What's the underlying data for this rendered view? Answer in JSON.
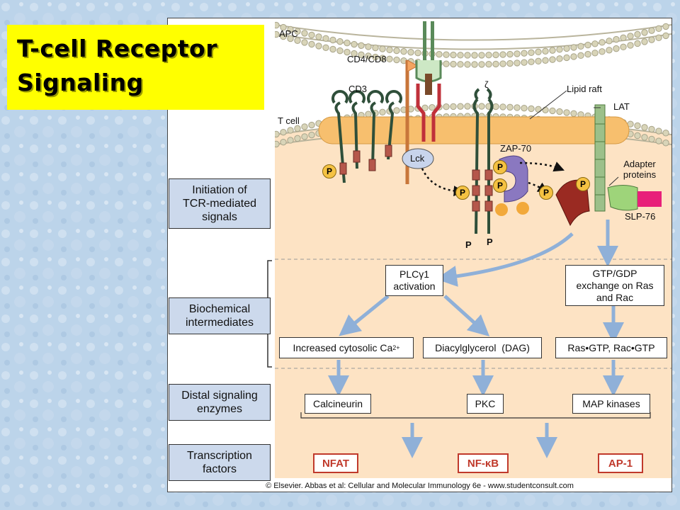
{
  "title": {
    "line1": "T-cell Receptor",
    "line2": "Signaling"
  },
  "stages": [
    {
      "lines": [
        "Initiation of",
        "TCR-mediated",
        "signals"
      ]
    },
    {
      "lines": [
        "Biochemical",
        "intermediates"
      ]
    },
    {
      "lines": [
        "Distal signaling",
        "enzymes"
      ]
    },
    {
      "lines": [
        "Transcription",
        "factors"
      ]
    }
  ],
  "membrane_labels": {
    "apc": "APC",
    "tcell": "T cell",
    "cd4cd8": "CD4/CD8",
    "cd3": "CD3",
    "zeta": "ζ",
    "lipid_raft": "Lipid raft",
    "lat": "LAT",
    "zap70": "ZAP-70",
    "lck": "Lck",
    "adapter": [
      "Adapter",
      "proteins"
    ],
    "slp76": "SLP-76",
    "phospho": "P"
  },
  "intermediates": {
    "plc": [
      "PLCγ1",
      "activation"
    ],
    "gtp": [
      "GTP/GDP",
      "exchange on Ras",
      "and Rac"
    ],
    "calcium": "Increased cytosolic Ca",
    "calcium_sup": "2+",
    "dag": "Diacylglycerol  (DAG)",
    "rasgtp": "Ras•GTP, Rac•GTP"
  },
  "enzymes": {
    "calcineurin": "Calcineurin",
    "pkc": "PKC",
    "mapk": "MAP kinases"
  },
  "tfs": {
    "nfat": "NFAT",
    "nfkb": "NF-κB",
    "ap1": "AP-1"
  },
  "copyright": "© Elsevier. Abbas et al: Cellular and Molecular Immunology 6e - www.studentconsult.com",
  "colors": {
    "title_bg": "#ffff00",
    "stage_bg": "#ccd9ec",
    "cytoplasm": "#fde3c4",
    "raft": "#f7bf6e",
    "arrow": "#8fb0d8",
    "tf_red": "#c0392b"
  }
}
